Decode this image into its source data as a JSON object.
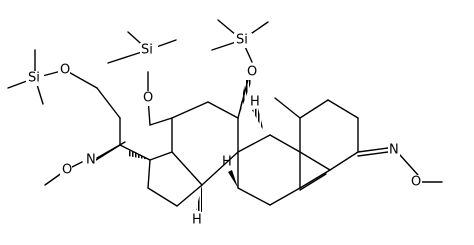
{
  "diagram": {
    "kind": "chemical-structure",
    "bond_color": "#000000",
    "background": "#ffffff",
    "atom_labels": {
      "si_left": "Si",
      "o_left": "O",
      "si_mid": "Si",
      "o_mid": "O",
      "si_right": "Si",
      "o_right": "O",
      "n_left": "N",
      "o_methoxy_left": "O",
      "n_right": "N",
      "o_methoxy_right": "O",
      "h_c9": "H",
      "h_c8": "H",
      "h_c14": "H"
    }
  }
}
